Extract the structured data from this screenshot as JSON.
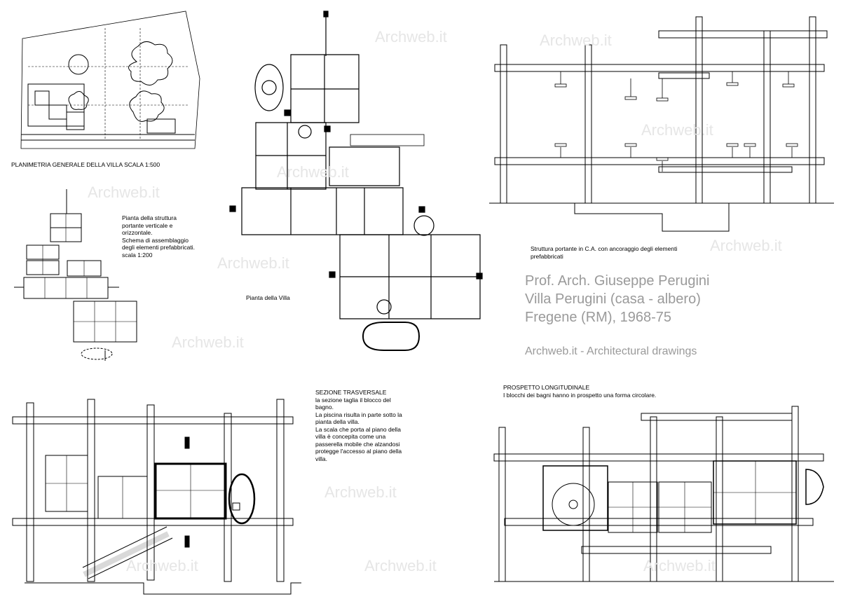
{
  "labels": {
    "planimetria": "PLANIMETRIA GENERALE DELLA VILLA    SCALA  1:500",
    "pianta_struttura": "Pianta della struttura\nportante verticale e\norizzontale.\nSchema di assemblaggio\ndegli elementi prefabbricati.\nscala 1:200",
    "pianta_villa": "Pianta della Villa",
    "struttura_ca": "Struttura portante in C.A. con ancoraggio degli elementi\nprefabbricati",
    "sezione": "SEZIONE TRASVERSALE\nla sezione taglia il blocco del\nbagno.\nLa piscina risulta in parte sotto la\npianta della villa.\nLa scala che porta al piano della\nvilla è concepita come una\npasserella mobile che alzandosi\nprotegge l'accesso al piano della\nvilla.",
    "prospetto": "PROSPETTO LONGITUDINALE\nI blocchi dei bagni hanno in prospetto una forma circolare."
  },
  "title_block": {
    "line1": "Prof. Arch. Giuseppe Perugini",
    "line2": "Villa Perugini (casa - albero)",
    "line3": "Fregene (RM), 1968-75",
    "subtitle": "Archweb.it - Architectural drawings"
  },
  "watermark": "Archweb.it",
  "colors": {
    "line": "#000000",
    "watermark": "#e6e6e6",
    "title": "#9a9a9a"
  }
}
